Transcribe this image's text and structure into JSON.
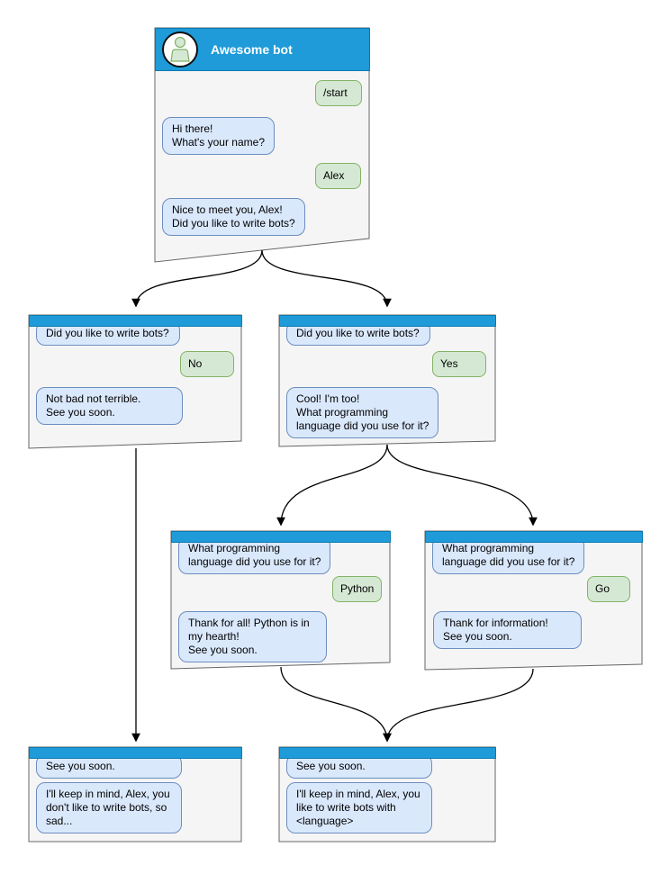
{
  "colors": {
    "header_blue": "#1e9bd8",
    "header_border": "#0c7bb3",
    "bot_bubble_fill": "#dae8fc",
    "bot_bubble_border": "#6c8ebf",
    "user_bubble_fill": "#d5e8d4",
    "user_bubble_border": "#82b366",
    "node_fill": "#f5f5f5",
    "node_border": "#666666",
    "arrow": "#000000"
  },
  "nodes": [
    {
      "id": "awesome-bot",
      "title": "Awesome bot",
      "messages": [
        {
          "from": "user",
          "text": "/start"
        },
        {
          "from": "bot",
          "text": "Hi there!\nWhat's your name?"
        },
        {
          "from": "user",
          "text": "Alex"
        },
        {
          "from": "bot",
          "text": "Nice to meet you, Alex!\nDid you like to write bots?"
        }
      ]
    },
    {
      "id": "no-branch",
      "messages": [
        {
          "from": "bot",
          "text": "Did you like to write bots?"
        },
        {
          "from": "user",
          "text": "No"
        },
        {
          "from": "bot",
          "text": "Not bad not terrible.\nSee you soon."
        }
      ]
    },
    {
      "id": "yes-branch",
      "messages": [
        {
          "from": "bot",
          "text": "Did you like to write bots?"
        },
        {
          "from": "user",
          "text": "Yes"
        },
        {
          "from": "bot",
          "text": "Cool! I'm too!\nWhat programming\nlanguage did you use for it?"
        }
      ]
    },
    {
      "id": "python-branch",
      "messages": [
        {
          "from": "bot",
          "text": "What programming\nlanguage did you use for it?"
        },
        {
          "from": "user",
          "text": "Python"
        },
        {
          "from": "bot",
          "text": "Thank for all! Python is in\nmy hearth!\nSee you soon."
        }
      ]
    },
    {
      "id": "go-branch",
      "messages": [
        {
          "from": "bot",
          "text": "What programming\nlanguage did you use for it?"
        },
        {
          "from": "user",
          "text": "Go"
        },
        {
          "from": "bot",
          "text": "Thank for information!\nSee you soon."
        }
      ]
    },
    {
      "id": "end-no",
      "messages": [
        {
          "from": "bot",
          "text": "See you soon."
        },
        {
          "from": "bot",
          "text": "I'll keep in mind, Alex, you\ndon't like to write bots, so\nsad..."
        }
      ]
    },
    {
      "id": "end-yes",
      "messages": [
        {
          "from": "bot",
          "text": "See you soon."
        },
        {
          "from": "bot",
          "text": "I'll keep in mind, Alex, you\nlike to write bots with\n<language>"
        }
      ]
    }
  ],
  "edges": [
    {
      "from": "awesome-bot",
      "to": "no-branch"
    },
    {
      "from": "awesome-bot",
      "to": "yes-branch"
    },
    {
      "from": "no-branch",
      "to": "end-no"
    },
    {
      "from": "yes-branch",
      "to": "python-branch"
    },
    {
      "from": "yes-branch",
      "to": "go-branch"
    },
    {
      "from": "python-branch",
      "to": "end-yes"
    },
    {
      "from": "go-branch",
      "to": "end-yes"
    }
  ]
}
